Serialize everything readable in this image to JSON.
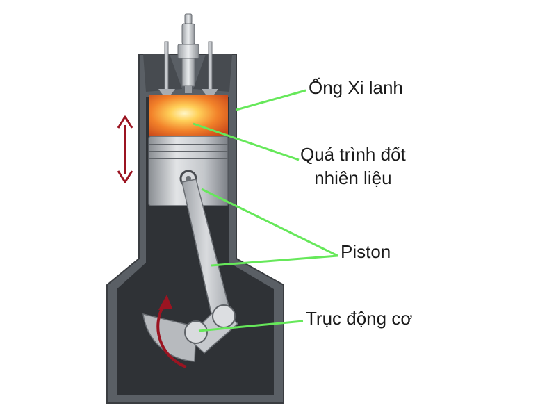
{
  "labels": {
    "cylinder": "Ống Xi lanh",
    "combustion_line1": "Quá trình đốt",
    "combustion_line2": "nhiên liệu",
    "piston": "Piston",
    "crankshaft": "Trục động cơ"
  },
  "colors": {
    "leader_line": "#66e85a",
    "motion_arrow": "#9b1421",
    "engine_block": "#555a60",
    "cylinder_interior": "#2c2f33",
    "combustion": "#f08a22",
    "metal": "#c9ccd0"
  },
  "icons": {
    "linear_motion": "double-headed-arrow-icon",
    "rotation": "curved-arrow-icon"
  }
}
